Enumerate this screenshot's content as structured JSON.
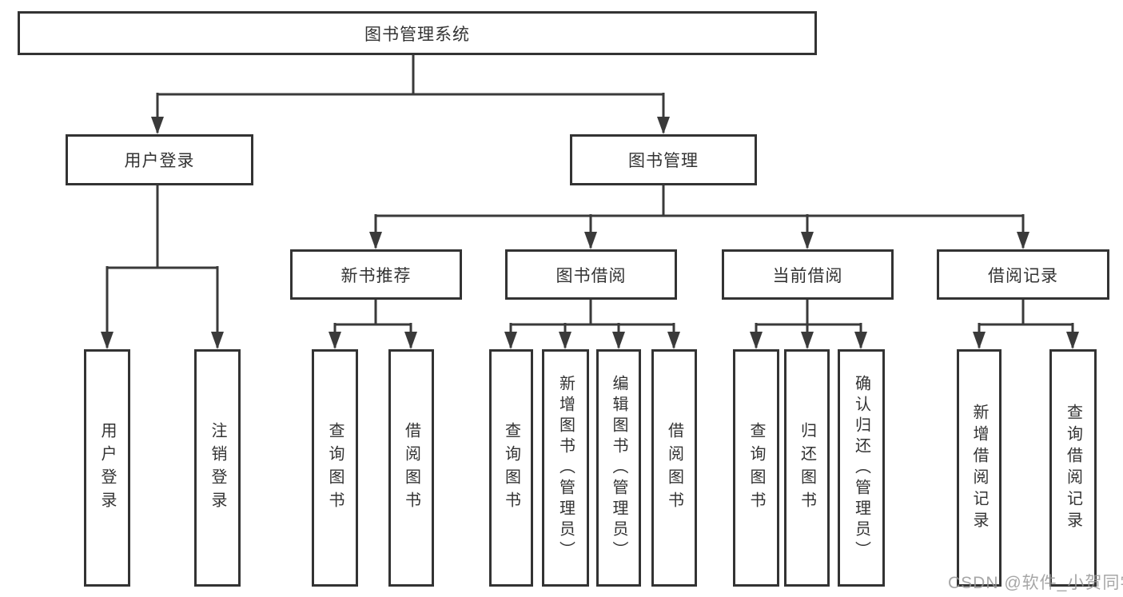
{
  "tree": {
    "root": "图书管理系统",
    "user_login": {
      "label": "用户登录",
      "children": [
        "用户登录",
        "注销登录"
      ]
    },
    "book_mgmt": {
      "label": "图书管理",
      "sections": {
        "new_book_rec": {
          "label": "新书推荐",
          "children": [
            "查询图书",
            "借阅图书"
          ]
        },
        "book_borrow": {
          "label": "图书借阅",
          "children": [
            "查询图书",
            "新增图书（管理员）",
            "编辑图书（管理员）",
            "借阅图书"
          ]
        },
        "current_borrow": {
          "label": "当前借阅",
          "children": [
            "查询图书",
            "归还图书",
            "确认归还（管理员）"
          ]
        },
        "borrow_record": {
          "label": "借阅记录",
          "children": [
            "新增借阅记录",
            "查询借阅记录"
          ]
        }
      }
    }
  },
  "colors": {
    "line": "#3a3a3a",
    "text": "#333333",
    "box_background": "#ffffff",
    "watermark": "#969696"
  },
  "watermark": "CSDN @软件_小贺同学"
}
